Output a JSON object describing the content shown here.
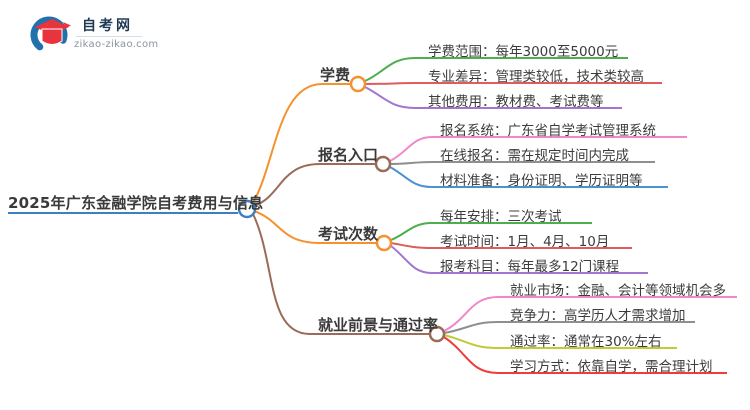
{
  "logo": {
    "title": "自考网",
    "domain": "zikao-zikao.com",
    "icon": "graduation-cap-icon"
  },
  "root": {
    "label": "2025年广东金融学院自考费用与信息"
  },
  "branches": [
    {
      "label": "学费",
      "color": "#f5922f",
      "children": [
        {
          "text": "学费范围：每年3000至5000元",
          "color": "#4cae4f"
        },
        {
          "text": "专业差异：管理类较低，技术类较高",
          "color": "#e05b5b"
        },
        {
          "text": "其他费用：教材费、考试费等",
          "color": "#a175d0"
        }
      ]
    },
    {
      "label": "报名入口",
      "color": "#9a6b58",
      "children": [
        {
          "text": "报名系统：广东省自学考试管理系统",
          "color": "#f087c9"
        },
        {
          "text": "在线报名：需在规定时间内完成",
          "color": "#8f8f8f"
        },
        {
          "text": "材料准备：身份证明、学历证明等",
          "color": "#4a90d2"
        }
      ]
    },
    {
      "label": "考试次数",
      "color": "#f5922f",
      "children": [
        {
          "text": "每年安排：三次考试",
          "color": "#4cae4f"
        },
        {
          "text": "考试时间：1月、4月、10月",
          "color": "#e05b5b"
        },
        {
          "text": "报考科目：每年最多12门课程",
          "color": "#a175d0"
        }
      ]
    },
    {
      "label": "就业前景与通过率",
      "color": "#9a6b58",
      "children": [
        {
          "text": "就业市场：金融、会计等领域机会多",
          "color": "#f087c9"
        },
        {
          "text": "竞争力：高学历人才需求增加",
          "color": "#8f8f8f"
        },
        {
          "text": "通过率：通常在30%左右",
          "color": "#c3c93a"
        },
        {
          "text": "学习方式：依靠自学，需合理计划",
          "color": "#ef3b3b"
        }
      ]
    }
  ],
  "colors": {
    "root_blue": "#3e7fc1",
    "orange": "#f5922f",
    "brown": "#9a6b58",
    "green": "#4cae4f",
    "red": "#e05b5b",
    "purple": "#a175d0",
    "pink": "#f087c9",
    "gray": "#8f8f8f",
    "leaf_blue": "#4a90d2",
    "yellow": "#c3c93a",
    "bright_red": "#ef3b3b",
    "logo_blue": "#2171ad",
    "logo_red": "#e8343c"
  }
}
